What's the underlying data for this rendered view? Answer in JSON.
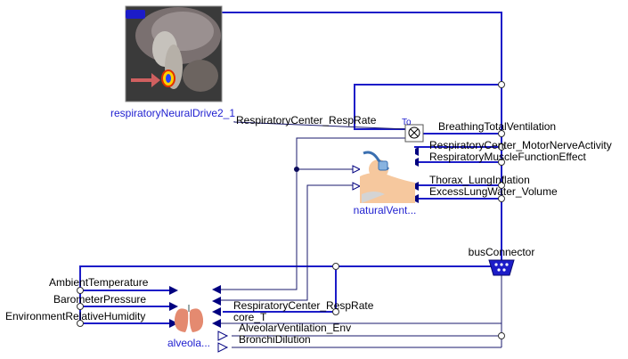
{
  "colors": {
    "bus": "#1c1cc8",
    "signal": "#000080",
    "label": "#000000",
    "component_label": "#1f1fd0"
  },
  "components": {
    "neural_drive": {
      "name": "respiratoryNeuralDrive2_1",
      "icon": "brain-mri-icon"
    },
    "natural_ventilation": {
      "name": "naturalVent...",
      "icon": "patient-breathing-icon"
    },
    "alveolar": {
      "name": "alveola...",
      "icon": "lungs-icon"
    },
    "bus_connector": {
      "name": "busConnector",
      "icon": "bus-connector-icon"
    },
    "product_block": {
      "name": "To",
      "icon": "multiply-icon"
    }
  },
  "signals": {
    "resp_center_resp_rate_top": "RespiratoryCenter_RespRate",
    "breathing_total_ventilation": "BreathingTotalVentilation",
    "motor_nerve_activity": "RespiratoryCenter_MotorNerveActivity",
    "muscle_function_effect": "RespiratoryMuscleFunctionEffect",
    "thorax_lung_inflation": "Thorax_LungInflation",
    "excess_lung_water": "ExcessLungWater_Volume",
    "ambient_temperature": "AmbientTemperature",
    "barometer_pressure": "BarometerPressure",
    "environment_humidity": "EnvironmentRelativeHumidity",
    "resp_center_resp_rate_bottom": "RespiratoryCenter_RespRate",
    "core_t": "core_T",
    "alveolar_ventilation_env": "AlveolarVentilation_Env",
    "bronchi_dilution": "BronchiDilution"
  }
}
